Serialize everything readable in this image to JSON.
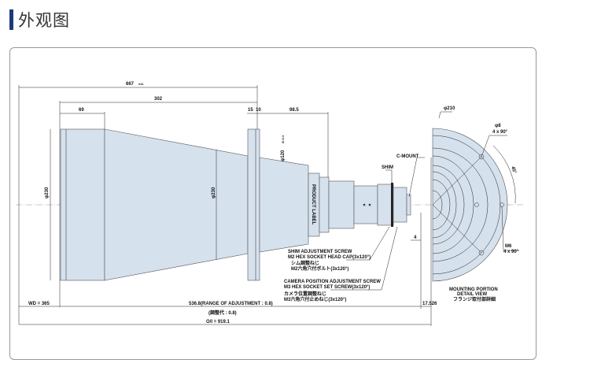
{
  "heading": {
    "title": "外观图"
  },
  "drawing": {
    "dims": {
      "total_length": "667",
      "total_tol": "±11",
      "cone_length": "302",
      "front_length": "69",
      "flange_a": "15",
      "flange_b": "10",
      "rear_length": "98.5",
      "front_dia": "φ230",
      "flange_dia": "φ230",
      "rear_dia": "φ120",
      "rear_dia_tol": "0/-0.1",
      "cmount_offset": "4",
      "wd": "WD = 365",
      "range": "536.8(RANGE OF ADJUSTMENT : 0.8)",
      "range_jp": "(調整代 : 0.8)",
      "back_focus": "17.526",
      "oi": "O/I = 919.1",
      "detail_dia": "φ210",
      "hole_dia": "φ8",
      "hole_count": "4 x 90°",
      "angle": "45°",
      "tap": "M6",
      "tap_count": "4 x 90°"
    },
    "labels": {
      "product_label": "PRODUCT LABEL",
      "c_mount": "C-MOUNT",
      "shim": "SHIM",
      "shim_screw_1": "SHIM ADJUSTMENT SCREW",
      "shim_screw_2": "M2 HEX SOCKET HEAD CAP(3x120°)",
      "shim_screw_jp1": "シム調整ねじ",
      "shim_screw_jp2": "M2六角穴付ボルト(3x120°)",
      "cam_screw_1": "CAMERA POSITION ADJUSTMENT SCREW",
      "cam_screw_2": "M3 HEX SOCKET SET SCREW(3x120°)",
      "cam_screw_jp1": "カメラ位置調整ねじ",
      "cam_screw_jp2": "M3六角穴付止めねじ(3x120°)",
      "detail_1": "MOUNTING PORTION",
      "detail_2": "DETAIL VIEW",
      "detail_jp": "フランジ取付部詳細"
    }
  }
}
